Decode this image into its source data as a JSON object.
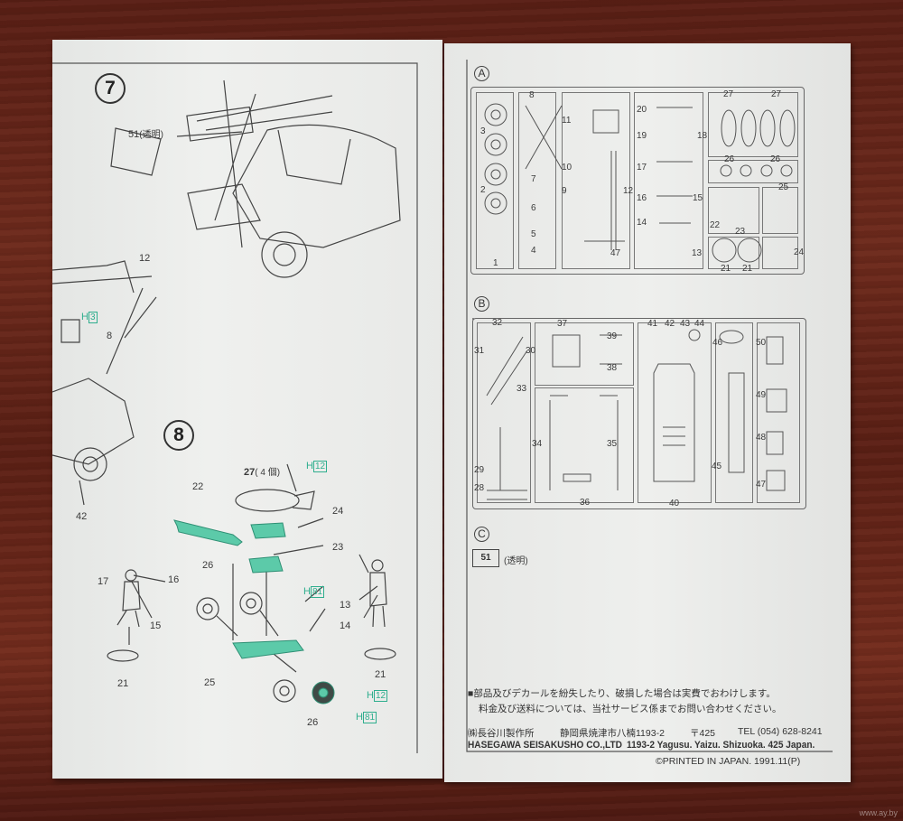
{
  "left_page": {
    "step7": {
      "number": "7",
      "labels": {
        "p51": "51",
        "p51_note": "(透明)",
        "p12": "12",
        "p8": "8",
        "p42": "42",
        "h3_prefix": "H",
        "h3_num": "3"
      }
    },
    "step8": {
      "number": "8",
      "labels": {
        "p27": "27",
        "p27_note": "( 4 個)",
        "h12a_prefix": "H",
        "h12a_num": "12",
        "p22": "22",
        "p24": "24",
        "p23": "23",
        "p26a": "26",
        "h81a_prefix": "H",
        "h81a_num": "81",
        "p17": "17",
        "p16": "16",
        "p15": "15",
        "p21a": "21",
        "p13": "13",
        "p14": "14",
        "p21b": "21",
        "p25": "25",
        "p26b": "26",
        "h12b_prefix": "H",
        "h12b_num": "12",
        "h81b_prefix": "H",
        "h81b_num": "81"
      }
    }
  },
  "right_page": {
    "sprue_a": {
      "letter": "A",
      "parts": [
        "3",
        "2",
        "1",
        "8",
        "7",
        "6",
        "5",
        "4",
        "11",
        "10",
        "9",
        "12",
        "47",
        "20",
        "19",
        "18",
        "17",
        "16",
        "15",
        "14",
        "13",
        "27",
        "27",
        "26",
        "26",
        "25",
        "22",
        "23",
        "24",
        "21",
        "21"
      ]
    },
    "sprue_b": {
      "letter": "B",
      "parts": [
        "32",
        "31",
        "30",
        "33",
        "29",
        "28",
        "37",
        "39",
        "38",
        "34",
        "35",
        "36",
        "41",
        "42",
        "43",
        "44",
        "40",
        "46",
        "45",
        "50",
        "49",
        "48",
        "47"
      ]
    },
    "sprue_c": {
      "letter": "C",
      "part": "51",
      "note": "(透明)"
    },
    "notice": {
      "line1": "■部品及びデカールを紛失したり、破損した場合は実費でおわけします。",
      "line2": "料金及び送料については、当社サービス係までお問い合わせください。"
    },
    "company": {
      "jp_name": "㈱長谷川製作所",
      "jp_address": "静岡県焼津市八楠1193-2",
      "postal": "〒425",
      "tel": "TEL (054) 628-8241",
      "en_name": "HASEGAWA SEISAKUSHO CO.,LTD",
      "en_address": "1193-2 Yagusu. Yaizu. Shizuoka. 425 Japan.",
      "printed": "©PRINTED IN JAPAN. 1991.11(P)"
    }
  },
  "colors": {
    "teal": "#2fae8e",
    "paper": "#ecedeb",
    "wood": "#6e2a1c"
  }
}
